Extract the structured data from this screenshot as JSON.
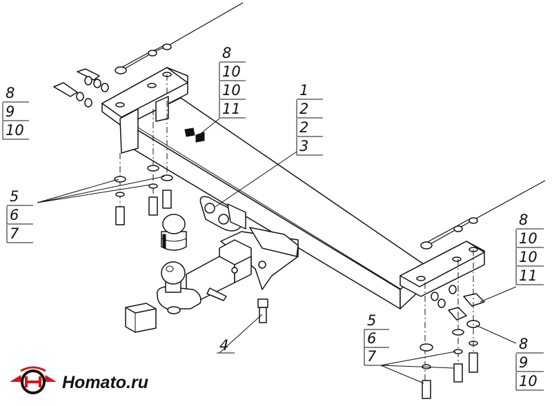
{
  "callouts": {
    "group_upper_mid": [
      "8",
      "10",
      "10",
      "11"
    ],
    "group_upper_left": [
      "8",
      "9",
      "10"
    ],
    "group_center": [
      "1",
      "2",
      "2",
      "3"
    ],
    "group_left_mid": [
      "5",
      "6",
      "7"
    ],
    "group_right_upper": [
      "8",
      "10",
      "10",
      "11"
    ],
    "group_right_lower": [
      "8",
      "9",
      "10"
    ],
    "group_bottom_mid": [
      "5",
      "6",
      "7"
    ],
    "single_bolt": "4"
  },
  "logo": {
    "text": "Homato.ru",
    "colors": {
      "red": "#d8141c",
      "black": "#111111"
    },
    "icon": "tow-hitch-logo-icon"
  }
}
